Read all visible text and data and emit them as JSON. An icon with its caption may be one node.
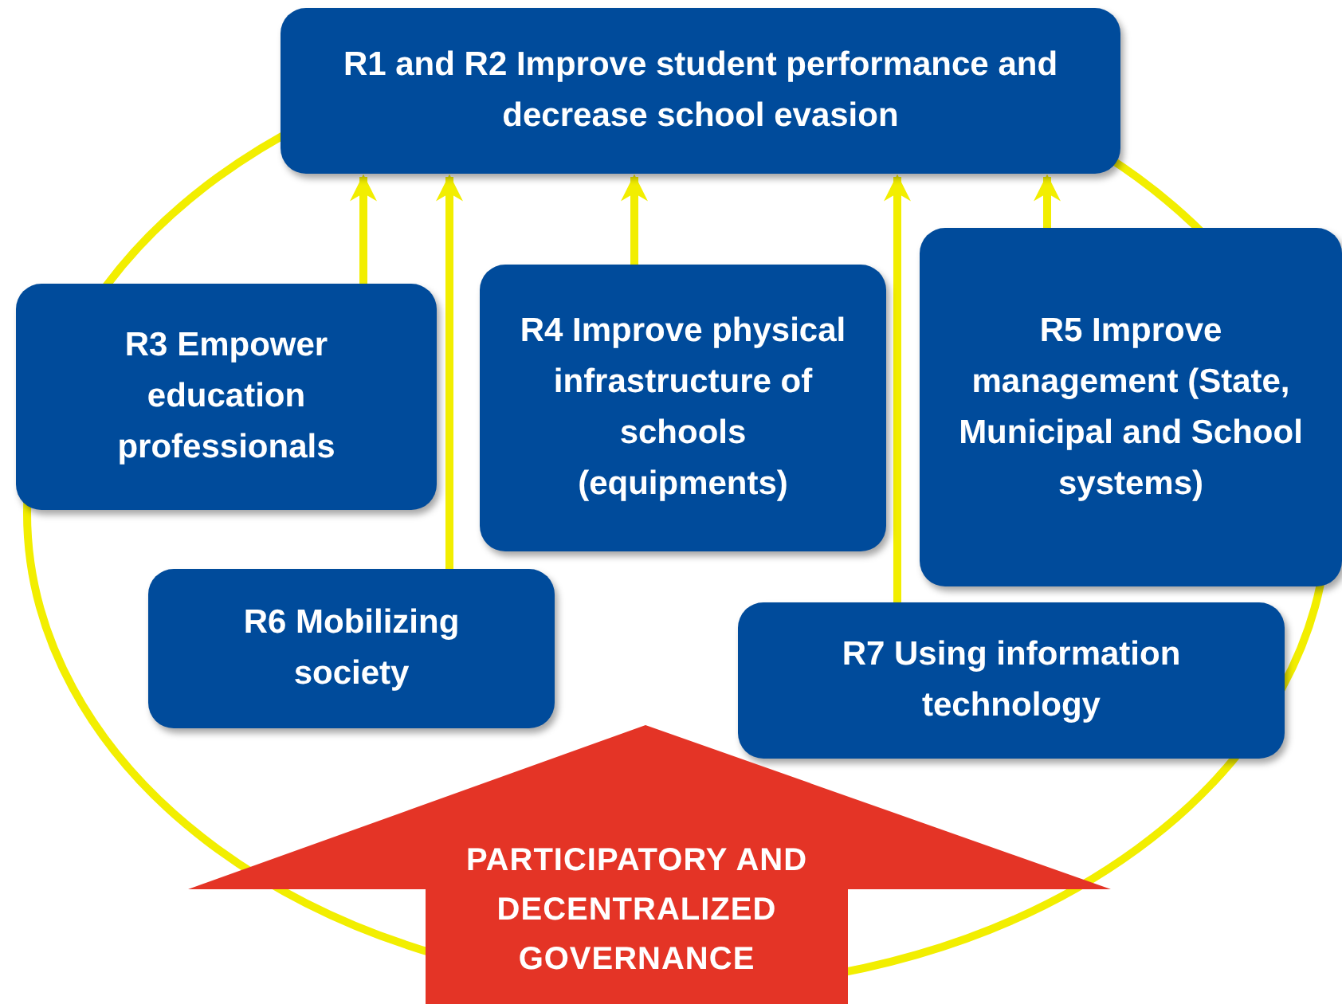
{
  "diagram": {
    "nodes": [
      {
        "text": [
          "R1 and R2 Improve student performance and decrease school evasion"
        ]
      },
      {
        "text": [
          "R3 Empower education professionals"
        ]
      },
      {
        "text": [
          "R4 Improve physical infrastructure of schools (equipments)"
        ]
      },
      {
        "text": [
          "R5 Improve management (State, Municipal and School systems)"
        ]
      },
      {
        "text": [
          "R6 Mobilizing society"
        ]
      },
      {
        "text": [
          "R7 Using information technology"
        ]
      },
      {
        "text": [
          "PARTICIPATORY AND DECENTRALIZED GOVERNANCE"
        ]
      }
    ],
    "edges": [
      {
        "from": 1,
        "to": 0,
        "arrow": "to"
      },
      {
        "from": 4,
        "to": 0,
        "arrow": "to"
      },
      {
        "from": 2,
        "to": 0,
        "arrow": "to"
      },
      {
        "from": 5,
        "to": 0,
        "arrow": "to"
      },
      {
        "from": 3,
        "to": 0,
        "arrow": "to"
      }
    ]
  }
}
